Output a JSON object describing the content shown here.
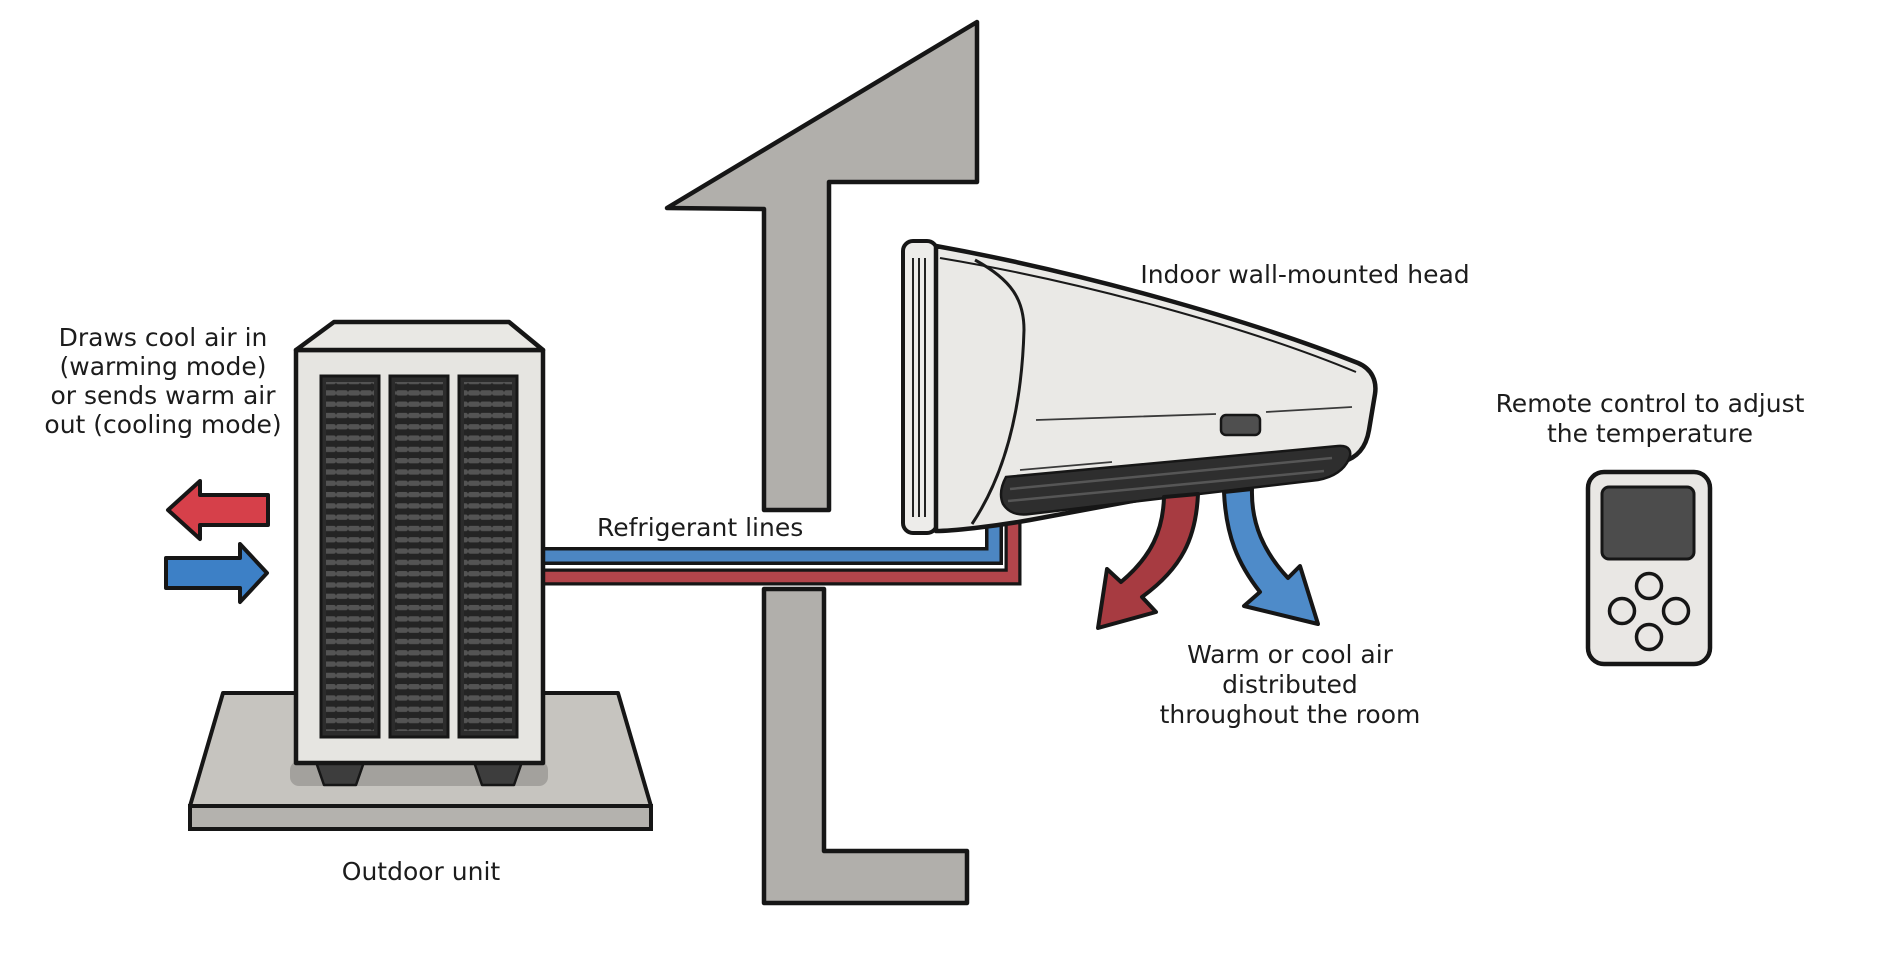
{
  "diagram": {
    "labels": {
      "outdoor_mode": [
        "Draws cool air in",
        "(warming mode)",
        "or sends warm air",
        "out (cooling mode)"
      ],
      "refrigerant_lines": "Refrigerant lines",
      "indoor_head": "Indoor wall-mounted head",
      "air_distribution": [
        "Warm or cool air",
        "distributed",
        "throughout the room"
      ],
      "remote_control": [
        "Remote control to adjust",
        "the temperature"
      ],
      "outdoor_unit": "Outdoor unit"
    }
  },
  "colors": {
    "background": "#ffffff",
    "text_color": "#1c1c1c",
    "outline": "#161616",
    "warm_red": "#d6404a",
    "cool_blue": "#3d80c6",
    "pipe_red": "#b2454b",
    "pipe_blue": "#4c86c2",
    "curved_red": "#a73b41",
    "curved_blue": "#4e8bc9",
    "wall_gray": "#b1afab",
    "pad_top": "#c6c4bf",
    "pad_front": "#b4b2ae",
    "pad_shadow": "#a3a19d",
    "unit_body": "#e6e5e1",
    "unit_top": "#e9e8e4",
    "grille_dark": "#2c2c2c",
    "grille_slat": "#555555",
    "indoor_body": "#eae9e6",
    "indoor_cap": "#edecea",
    "vent_dark": "#2e2e2e",
    "button_dark": "#4f4f4f",
    "remote_body": "#e9e7e4",
    "remote_screen": "#4c4c4c"
  }
}
